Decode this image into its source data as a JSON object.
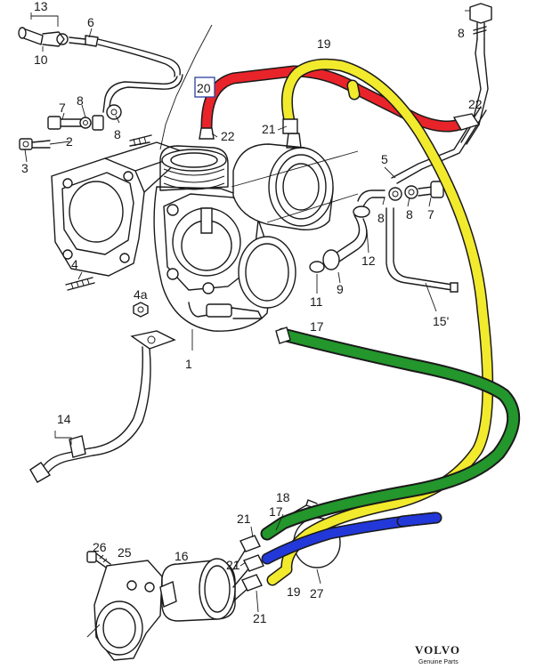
{
  "labels": {
    "l1": "1",
    "l2": "2",
    "l3": "3",
    "l4": "4",
    "l4a": "4a",
    "l5": "5",
    "l7a": "7",
    "l7b": "7",
    "l8a": "8",
    "l8b": "8",
    "l8c": "8",
    "l8d": "8",
    "l8e": "8",
    "l9": "9",
    "l10": "10",
    "l11": "11",
    "l12": "12",
    "l13": "13",
    "l14": "14",
    "l15": "15'",
    "l16": "16",
    "l17a": "17",
    "l17b": "17",
    "l18": "18",
    "l19a": "19",
    "l19b": "19",
    "l20": "20",
    "l21a": "21",
    "l21b": "21",
    "l21c": "21",
    "l21d": "21",
    "l22a": "22",
    "l22b": "22",
    "l25": "25",
    "l26": "26",
    "l27": "27",
    "l6": "6"
  },
  "brand": {
    "name": "VOLVO",
    "sub": "Genuine Parts"
  },
  "hose_colors": {
    "red": "#e8242a",
    "yellow": "#f2ea2c",
    "green": "#23962c",
    "blue": "#2338d8"
  }
}
